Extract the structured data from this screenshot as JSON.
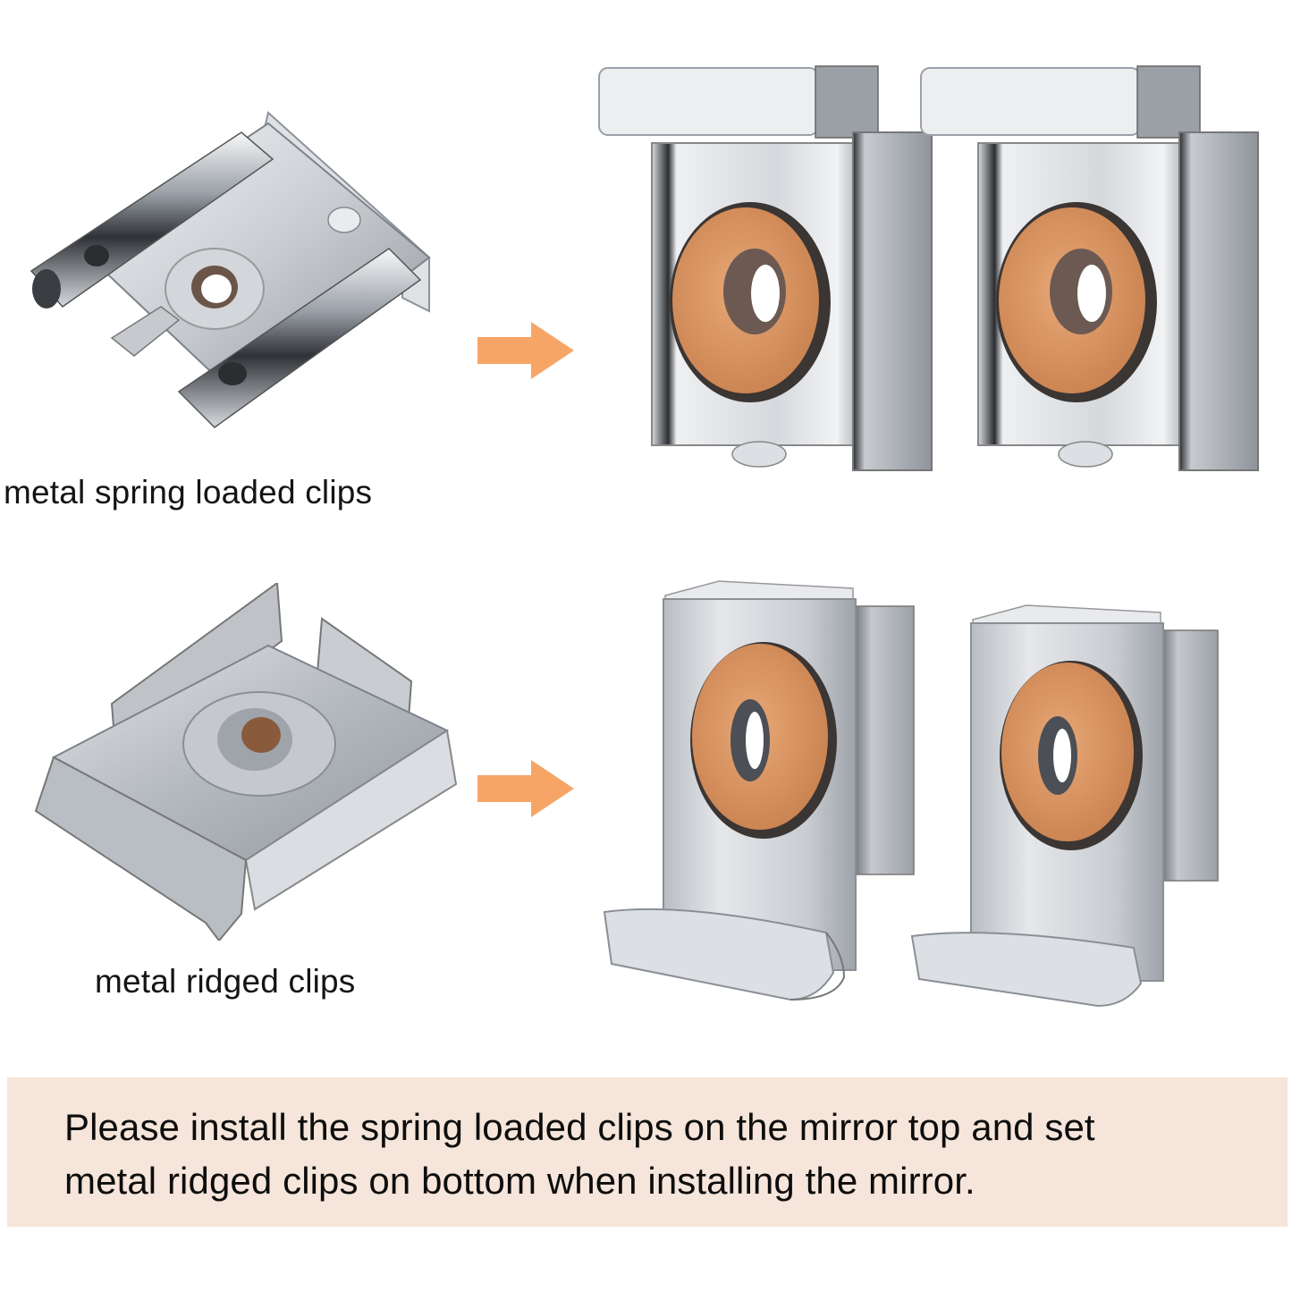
{
  "colors": {
    "background": "#ffffff",
    "arrow": "#f7a566",
    "note_background": "#f5e5da",
    "text": "#111111",
    "cork": "#d9925c",
    "metal_light": "#eef0f2",
    "metal_mid": "#b9bec4",
    "metal_dark": "#4a4e55"
  },
  "sections": [
    {
      "label": "metal spring loaded clips",
      "source_icon": "spring-loaded-clip",
      "arrow_icon": "arrow-right-icon",
      "result_icons": [
        "spring-clip-with-cork-front",
        "spring-clip-with-cork-front"
      ]
    },
    {
      "label": "metal ridged clips",
      "source_icon": "ridged-clip",
      "arrow_icon": "arrow-right-icon",
      "result_icons": [
        "ridged-clip-with-cork-front",
        "ridged-clip-with-cork-front"
      ]
    }
  ],
  "note": {
    "line1": "Please install the spring loaded clips on the mirror top and set",
    "line2": "metal ridged clips on bottom when installing the mirror."
  }
}
